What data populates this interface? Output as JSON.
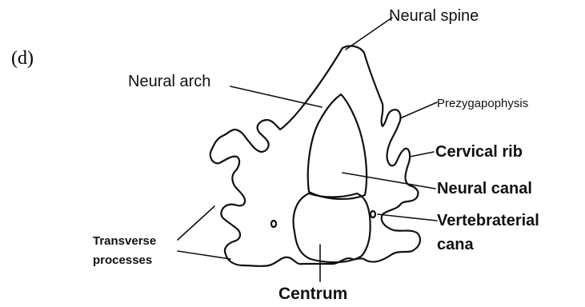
{
  "panel_letter": "(d)",
  "labels": {
    "neural_spine": "Neural spine",
    "neural_arch": "Neural arch",
    "prezygapophysis": "Prezygapophysis",
    "cervical_rib": "Cervical rib",
    "neural_canal": "Neural canal",
    "vertebraterial_line1": "Vertebraterial",
    "vertebraterial_line2": "cana",
    "transverse_line1": "Transverse",
    "transverse_line2": "processes",
    "centrum": "Centrum"
  },
  "colors": {
    "ink": "#111111",
    "background": "#ffffff"
  }
}
